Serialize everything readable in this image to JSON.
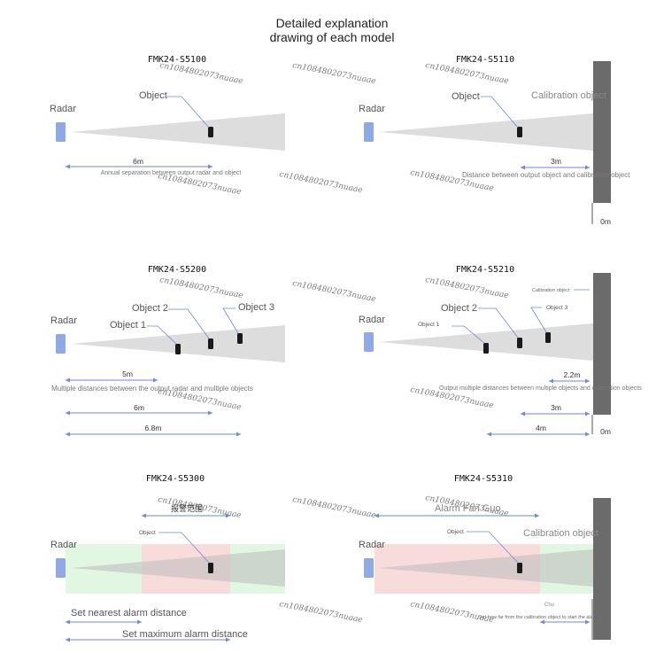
{
  "title": {
    "line1": "Detailed explanation",
    "line2": "drawing of each model"
  },
  "watermark": "cn1084802073nuaae",
  "colors": {
    "radar": "#8fa8e8",
    "beam": "#dddddd",
    "wall": "#6b6b6b",
    "arrow": "#6e8ad8",
    "label": "#555555",
    "object": "#1a1a1a",
    "alarm_red": "#f8dcdc",
    "alarm_green": "#e2f7e2",
    "watermark": "#7a7a7a"
  },
  "panels": [
    {
      "model": "FMK24-S5100",
      "radar_label": "Radar",
      "objects": [
        "Object"
      ],
      "measurements": [
        {
          "value": "6m",
          "note": "Annual separation between output radar and object"
        }
      ]
    },
    {
      "model": "FMK24-S5110",
      "radar_label": "Radar",
      "objects": [
        "Object"
      ],
      "calibration_label": "Calibration object",
      "measurements": [
        {
          "value": "3m",
          "note": "Distance between output object and calibration object"
        }
      ],
      "zero_label": "0m"
    },
    {
      "model": "FMK24-S5200",
      "radar_label": "Radar",
      "objects": [
        "Object 1",
        "Object 2",
        "Object 3"
      ],
      "measurements": [
        {
          "value": "5m",
          "note": "Multiple distances between the output radar and multiple objects"
        },
        {
          "value": "6m"
        },
        {
          "value": "6.8m"
        }
      ]
    },
    {
      "model": "FMK24-S5210",
      "radar_label": "Radar",
      "objects": [
        "Object 1",
        "Object 2",
        "Object 3"
      ],
      "calibration_label": "Calibration object",
      "measurements": [
        {
          "value": "2.2m",
          "note": "Output multiple distances between multiple objects and calibration objects"
        },
        {
          "value": "3m"
        },
        {
          "value": "4m"
        }
      ],
      "zero_label": "0m"
    },
    {
      "model": "FMK24-S5300",
      "radar_label": "Radar",
      "objects": [
        "Object"
      ],
      "alarm_range_label": "报警范围",
      "nearest_label": "Set nearest alarm distance",
      "maximum_label": "Set maximum alarm distance"
    },
    {
      "model": "FMK24-S5310",
      "radar_label": "Radar",
      "objects": [
        "Object"
      ],
      "calibration_label": "Calibration object",
      "alarm_range_label": "Alarm Fan Guo",
      "small_label": "Chu",
      "setting_label": "Set how far from the calibration object to start the alarm"
    }
  ]
}
